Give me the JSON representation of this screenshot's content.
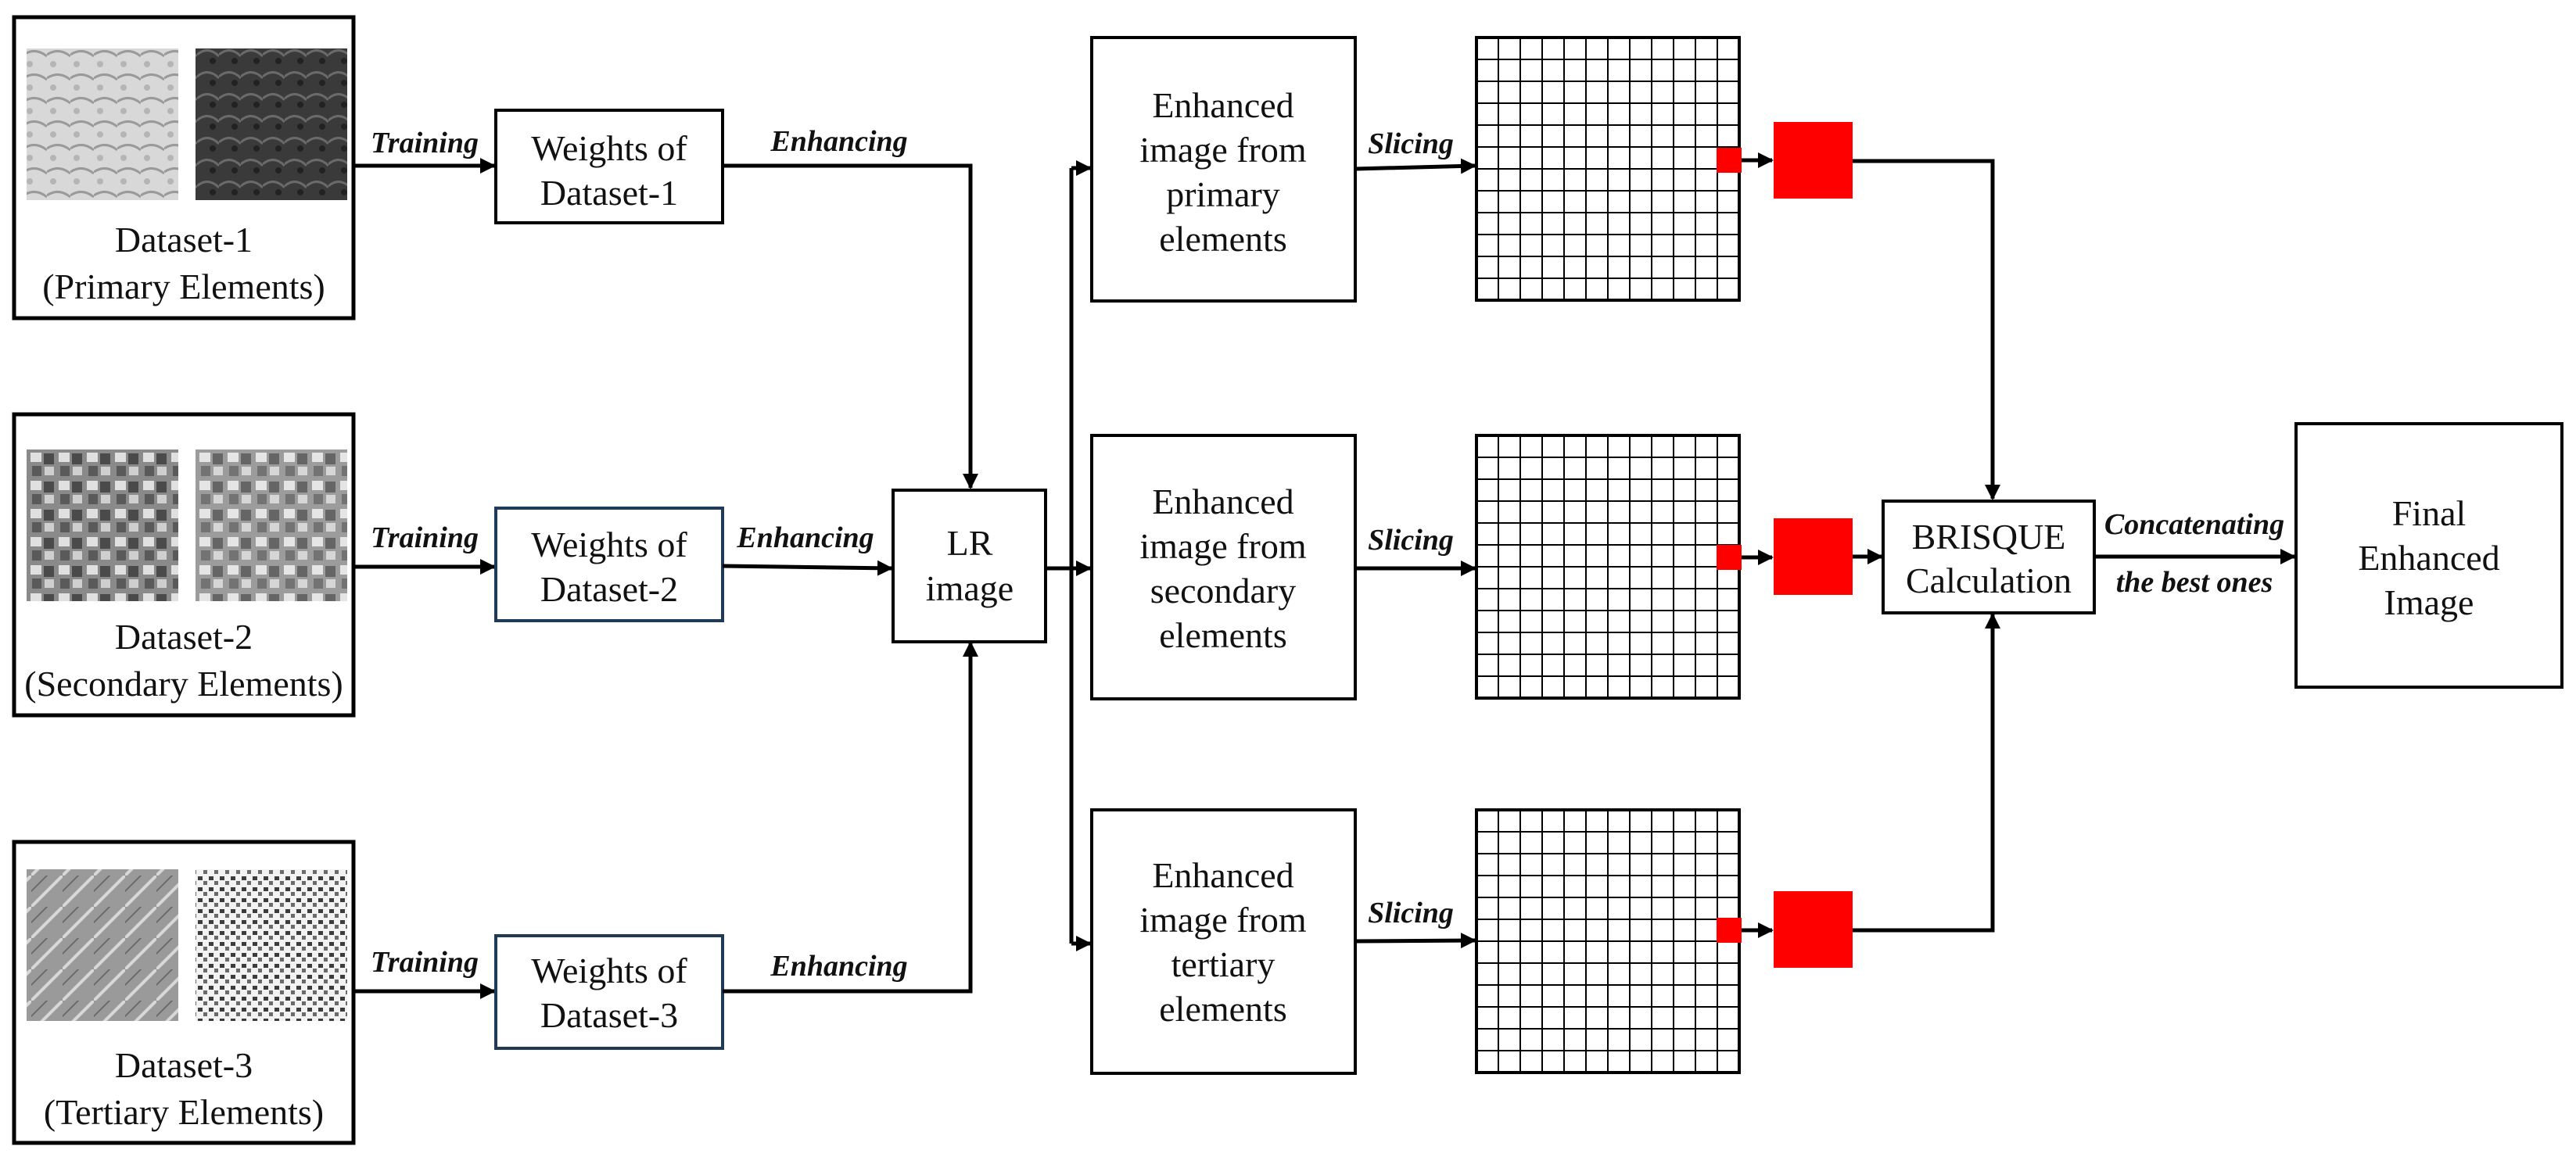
{
  "datasets": [
    {
      "name": "Dataset-1",
      "subtitle": "(Primary Elements)",
      "image_tone": "light-coastal",
      "image_tone_b": "dark-terrain"
    },
    {
      "name": "Dataset-2",
      "subtitle": "(Secondary Elements)",
      "image_tone": "urban-blocks",
      "image_tone_b": "urban-dense"
    },
    {
      "name": "Dataset-3",
      "subtitle": "(Tertiary Elements)",
      "image_tone": "fields",
      "image_tone_b": "grid-settlement"
    }
  ],
  "weights": [
    {
      "line1": "Weights of",
      "line2": "Dataset-1"
    },
    {
      "line1": "Weights of",
      "line2": "Dataset-2"
    },
    {
      "line1": "Weights of",
      "line2": "Dataset-3"
    }
  ],
  "edge_labels": {
    "training": "Training",
    "enhancing": "Enhancing",
    "slicing": "Slicing",
    "concat_line1": "Concatenating",
    "concat_line2": "the best ones"
  },
  "lr_image": {
    "line1": "LR",
    "line2": "image"
  },
  "enhanced": [
    {
      "lines": [
        "Enhanced",
        "image from",
        "primary",
        "elements"
      ]
    },
    {
      "lines": [
        "Enhanced",
        "image from",
        "secondary",
        "elements"
      ]
    },
    {
      "lines": [
        "Enhanced",
        "image from",
        "tertiary",
        "elements"
      ]
    }
  ],
  "brisque": {
    "line1": "BRISQUE",
    "line2": "Calculation"
  },
  "final": {
    "line1": "Final",
    "line2": "Enhanced",
    "line3": "Image"
  },
  "colors": {
    "patch": "#ff0000",
    "weights2_border": "#1f3b57",
    "line": "#000000"
  },
  "grid": {
    "rows": 12,
    "cols": 12
  }
}
